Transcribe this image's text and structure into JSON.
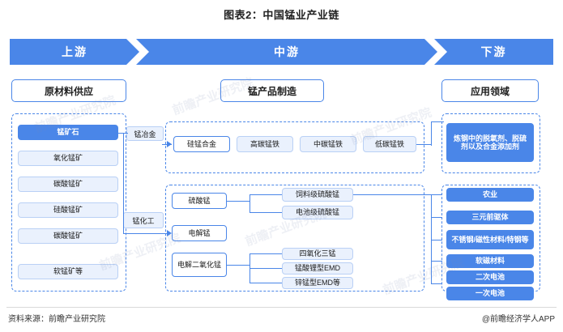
{
  "title": "图表2：中国锰业产业链",
  "band": {
    "upstream": "上游",
    "midstream": "中游",
    "downstream": "下游"
  },
  "sections": {
    "upstream_head": "原材料供应",
    "midstream_head": "锰产品制造",
    "downstream_head": "应用领域"
  },
  "upstream": {
    "items": [
      "锰矿石",
      "氧化锰矿",
      "碳酸锰矿",
      "硅酸锰矿",
      "碳酸锰矿",
      "软锰矿等"
    ]
  },
  "process_labels": {
    "smelting": "锰冶金",
    "chemical": "锰化工"
  },
  "midstream": {
    "alloys": [
      "硅锰合金",
      "高碳锰铁",
      "中碳锰铁",
      "低碳锰铁"
    ],
    "chem_primary": [
      "硫酸锰",
      "电解锰",
      "电解二氧化锰"
    ],
    "sulfate_children": [
      "饲料级硫酸锰",
      "电池级硫酸锰"
    ],
    "emd_children": [
      "四氧化三锰",
      "锰酸锂型EMD",
      "锌锰型EMD等"
    ]
  },
  "downstream": {
    "items": [
      "炼钢中的脱氧剂、脱硫剂以及合金添加剂",
      "农业",
      "三元前驱体",
      "不锈钢/磁性材料/特钢等",
      "软磁材料",
      "二次电池",
      "一次电池"
    ]
  },
  "footer": {
    "source": "资料来源：前瞻产业研究院",
    "brand": "@前瞻经济学人APP"
  },
  "watermarks": [
    "前瞻产业研究院",
    "前瞻产业研究院",
    "前瞻产业研究院",
    "前瞻产业研究院",
    "前瞻产业研究院",
    "前瞻产业研究院"
  ]
}
